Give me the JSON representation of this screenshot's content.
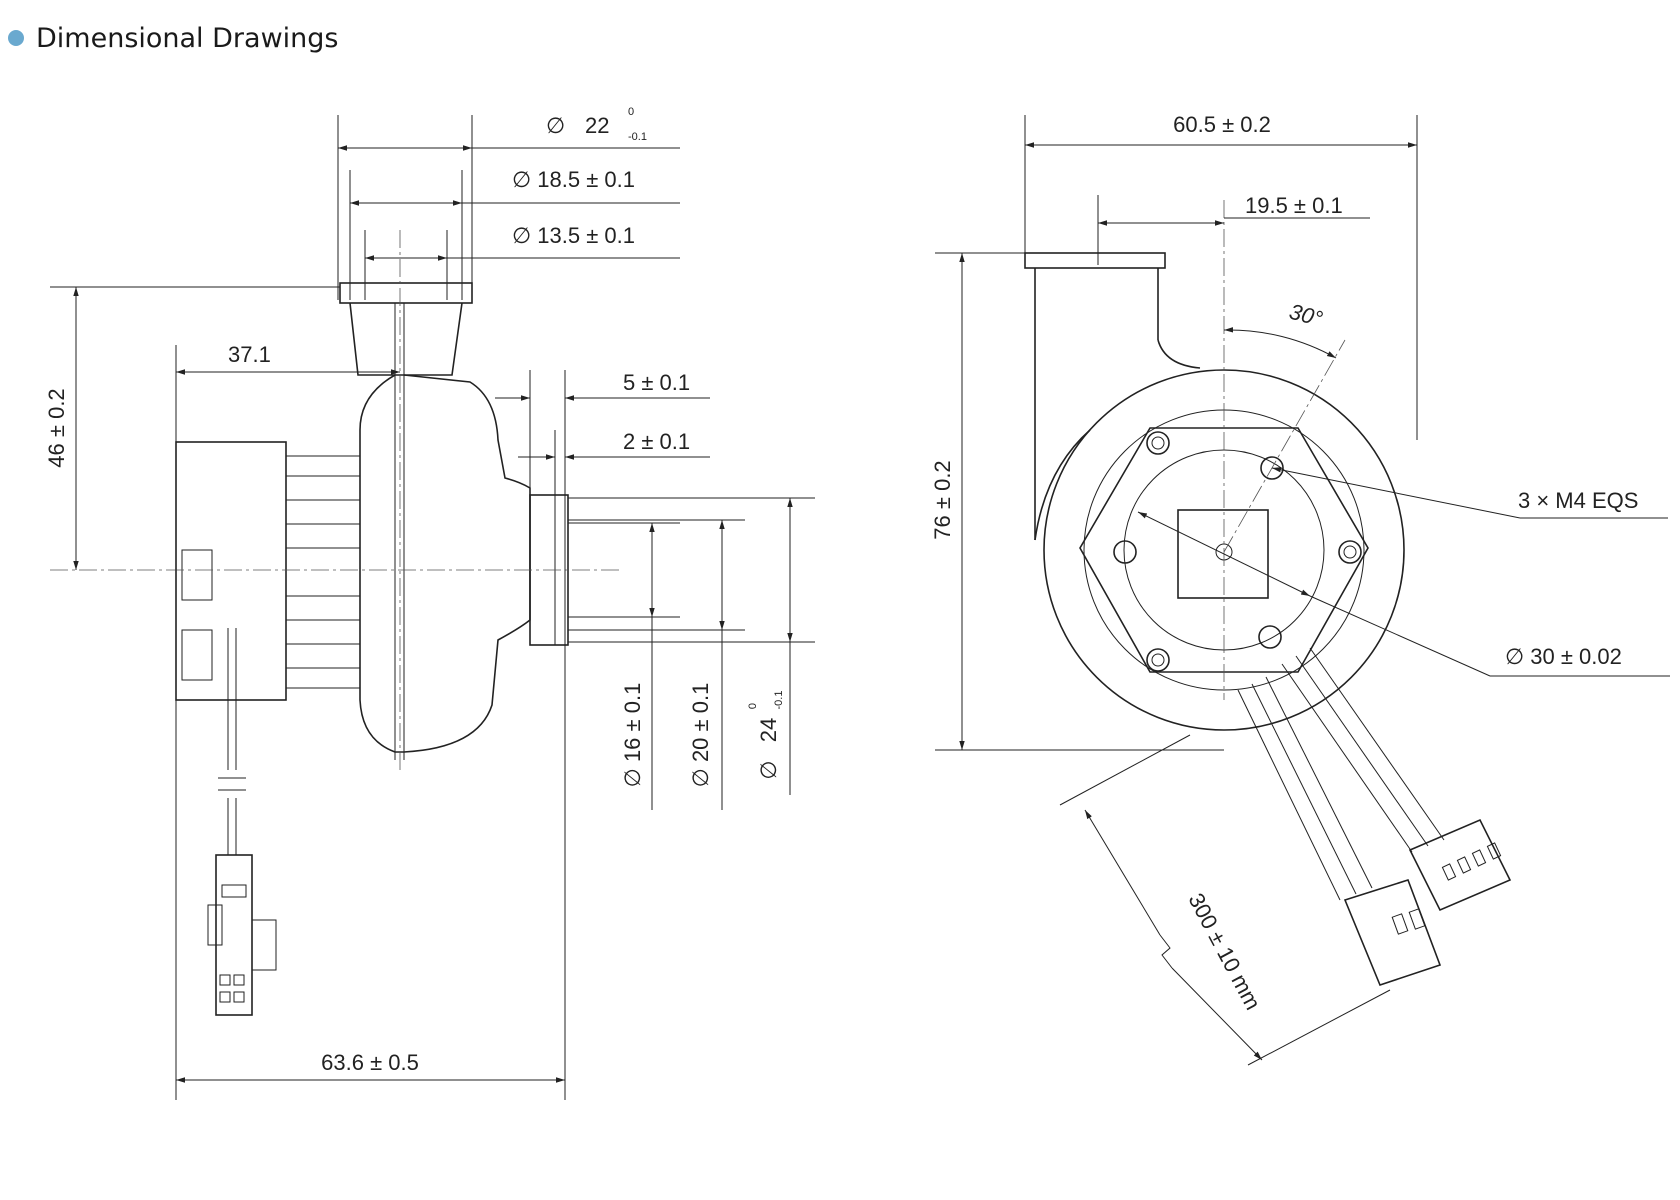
{
  "header": {
    "title": "Dimensional Drawings",
    "bullet_color": "#6aa9cf"
  },
  "side_view": {
    "dia_outlet_outer": {
      "symbol": "∅",
      "value": "22",
      "tol_upper": "0",
      "tol_lower": "-0.1"
    },
    "dia_outlet_mid": "∅  18.5 ± 0.1",
    "dia_outlet_inner": "∅  13.5 ± 0.1",
    "dim_37_1": "37.1",
    "dim_46": "46 ± 0.2",
    "dim_5": "5 ± 0.1",
    "dim_2": "2 ± 0.1",
    "dia_16": "∅  16 ± 0.1",
    "dia_20": "∅  20 ± 0.1",
    "dia_24": {
      "symbol": "∅",
      "value": "24",
      "tol_upper": "0",
      "tol_lower": "-0.1"
    },
    "dim_63_6": "63.6 ± 0.5"
  },
  "front_view": {
    "dim_60_5": "60.5 ± 0.2",
    "dim_19_5": "19.5 ± 0.1",
    "angle_30": "30°",
    "dim_76": "76 ± 0.2",
    "holes_label": "3 × M4 EQS",
    "dia_30": "∅  30 ± 0.02",
    "cable_length": "300 ± 10 mm"
  }
}
